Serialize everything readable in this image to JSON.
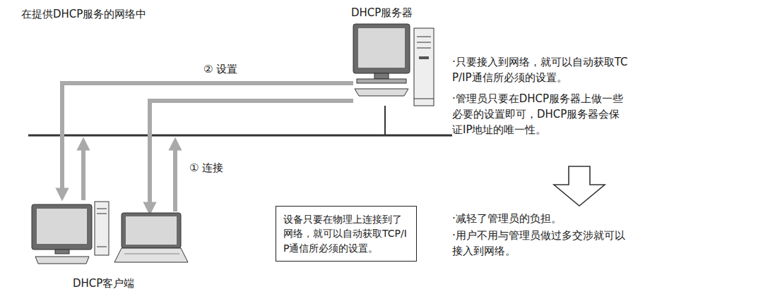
{
  "diagram": {
    "title": "在提供DHCP服务的网络中",
    "nodes": [
      {
        "text": [
          "设备只要在物理上连接到了网络，就可以自动获取TCP/IP通信所必须的设置。"
        ]
      }
    ],
    "labels": [
      "DHCP服务器",
      "② 设置",
      "① 连接",
      "DHCP客户端",
      "·只要接入到网络，就可以自动获取TCP/IP通信所必须的设置。",
      "·管理员只要在DHCP服务器上做一些必要的设置即可，DHCP服务器会保证IP地址的唯一性。",
      "·减轻了管理员的负担。",
      "·用户不用与管理员做过多交涉就可以接入到网络。"
    ]
  }
}
